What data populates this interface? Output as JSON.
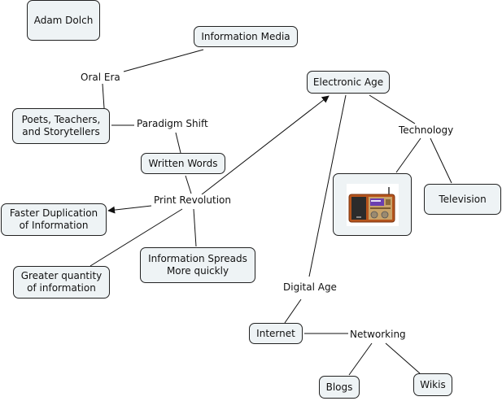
{
  "title": "Adam Dolch",
  "nodes": {
    "author": "Adam Dolch",
    "information_media": "Information Media",
    "electronic_age": "Electronic Age",
    "poets": "Poets, Teachers,\nand Storytellers",
    "written_words": "Written Words",
    "faster_duplication": "Faster Duplication\nof Information",
    "greater_quantity": "Greater quantity\nof information",
    "info_spreads": "Information Spreads\nMore quickly",
    "television": "Television",
    "internet": "Internet",
    "blogs": "Blogs",
    "wikis": "Wikis",
    "radio_image": "radio-image"
  },
  "labels": {
    "oral_era": "Oral Era",
    "paradigm_shift": "Paradigm Shift",
    "print_revolution": "Print Revolution",
    "technology": "Technology",
    "digital_age": "Digital Age",
    "networking": "Networking"
  },
  "colors": {
    "node_fill": "#eef3f5",
    "node_border": "#222222",
    "line": "#111111"
  }
}
